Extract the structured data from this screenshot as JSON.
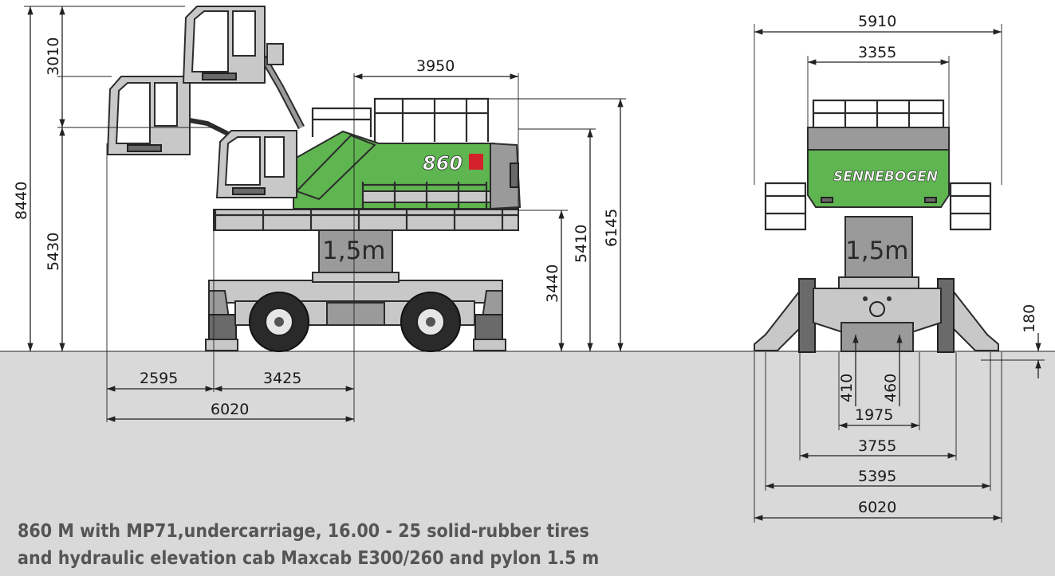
{
  "dimensions": {
    "left_total_height": "8440",
    "cab_raise": "3010",
    "cab_height": "5430",
    "rear_radius": "3950",
    "cab_top": "5410",
    "rail_height": "6145",
    "pivot_height": "3440",
    "front_overhang": "2595",
    "wheelbase": "3425",
    "overall_length": "6020",
    "front_total_width": "5910",
    "front_platform_width": "3355",
    "ground_clearance": "180",
    "bogie_a": "410",
    "bogie_b": "460",
    "track_inner": "1975",
    "track_outer": "3755",
    "outrigger_width": "5395",
    "outrigger_total": "6020"
  },
  "labels": {
    "pylon_side": "1,5m",
    "pylon_front": "1,5m",
    "model_badge": "860",
    "brand": "SENNEBOGEN"
  },
  "caption": {
    "line1": "860 M with MP71,undercarriage, 16.00 - 25 solid-rubber tires",
    "line2": "and hydraulic elevation cab Maxcab E300/260 and pylon 1.5 m"
  }
}
